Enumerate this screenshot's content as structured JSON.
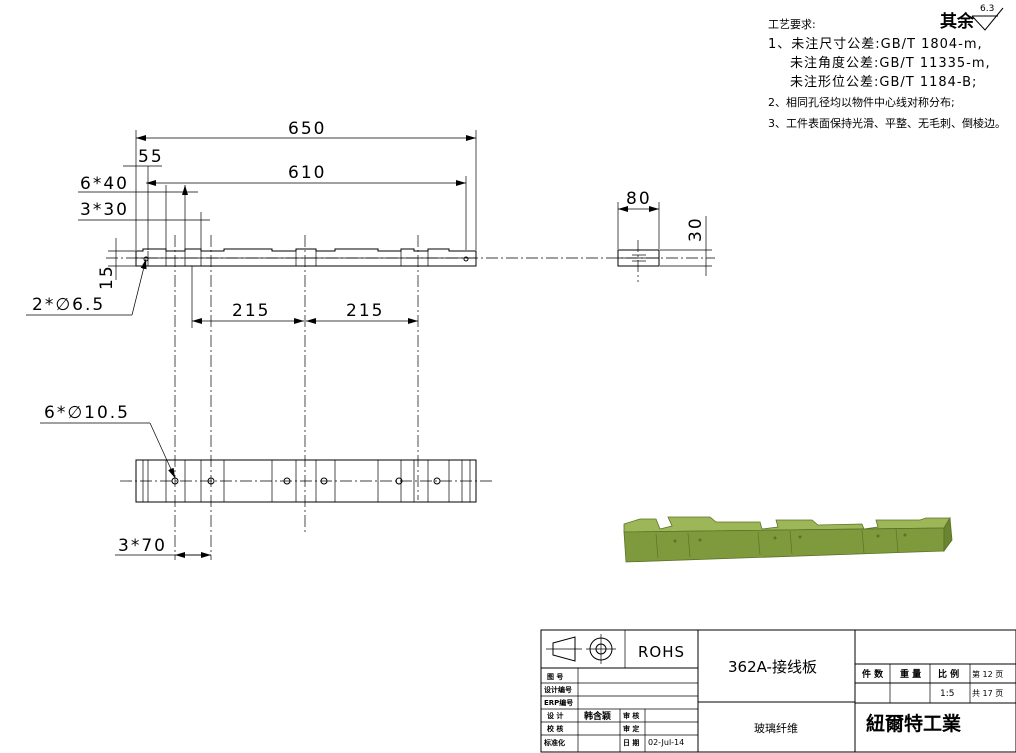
{
  "notes": {
    "header": "工艺要求:",
    "surface_label": "其余",
    "roughness": "6.3",
    "lines": [
      "1、未注尺寸公差:GB/T 1804-m,",
      "未注角度公差:GB/T 11335-m,",
      "未注形位公差:GB/T 1184-B;",
      "2、相同孔径均以物件中心线对称分布;",
      "3、工件表面保持光滑、平整、无毛刺、倒棱边。"
    ]
  },
  "dimensions": {
    "overall_length": "650",
    "hole_span": "610",
    "end_offset": "55",
    "slot_a": "6*40",
    "slot_b": "3*30",
    "height": "15",
    "small_holes": "2*∅6.5",
    "pitch_left": "215",
    "pitch_right": "215",
    "width": "80",
    "thickness": "30",
    "large_holes": "6*∅10.5",
    "hole_pitch": "3*70"
  },
  "title_block": {
    "rohs": "ROHS",
    "part_name": "362A-接线板",
    "material": "玻璃纤维",
    "company": "紐爾特工業",
    "labels": {
      "drawing_no": "图 号",
      "design_no": "设计编号",
      "erp_no": "ERP编号",
      "design": "设 计",
      "check": "校 核",
      "standard": "标准化",
      "review": "审 核",
      "approve": "审 定",
      "date": "日 期",
      "qty": "件 数",
      "weight": "重 量",
      "scale": "比 例"
    },
    "designer": "韩含颖",
    "date_value": "02-Jul-14",
    "scale_value": "1:5",
    "sheet": "第 12 页",
    "total": "共 17 页"
  },
  "colors": {
    "iso_top": "#9cb658",
    "iso_front": "#7e9a3c",
    "iso_edge": "#5c7228"
  }
}
